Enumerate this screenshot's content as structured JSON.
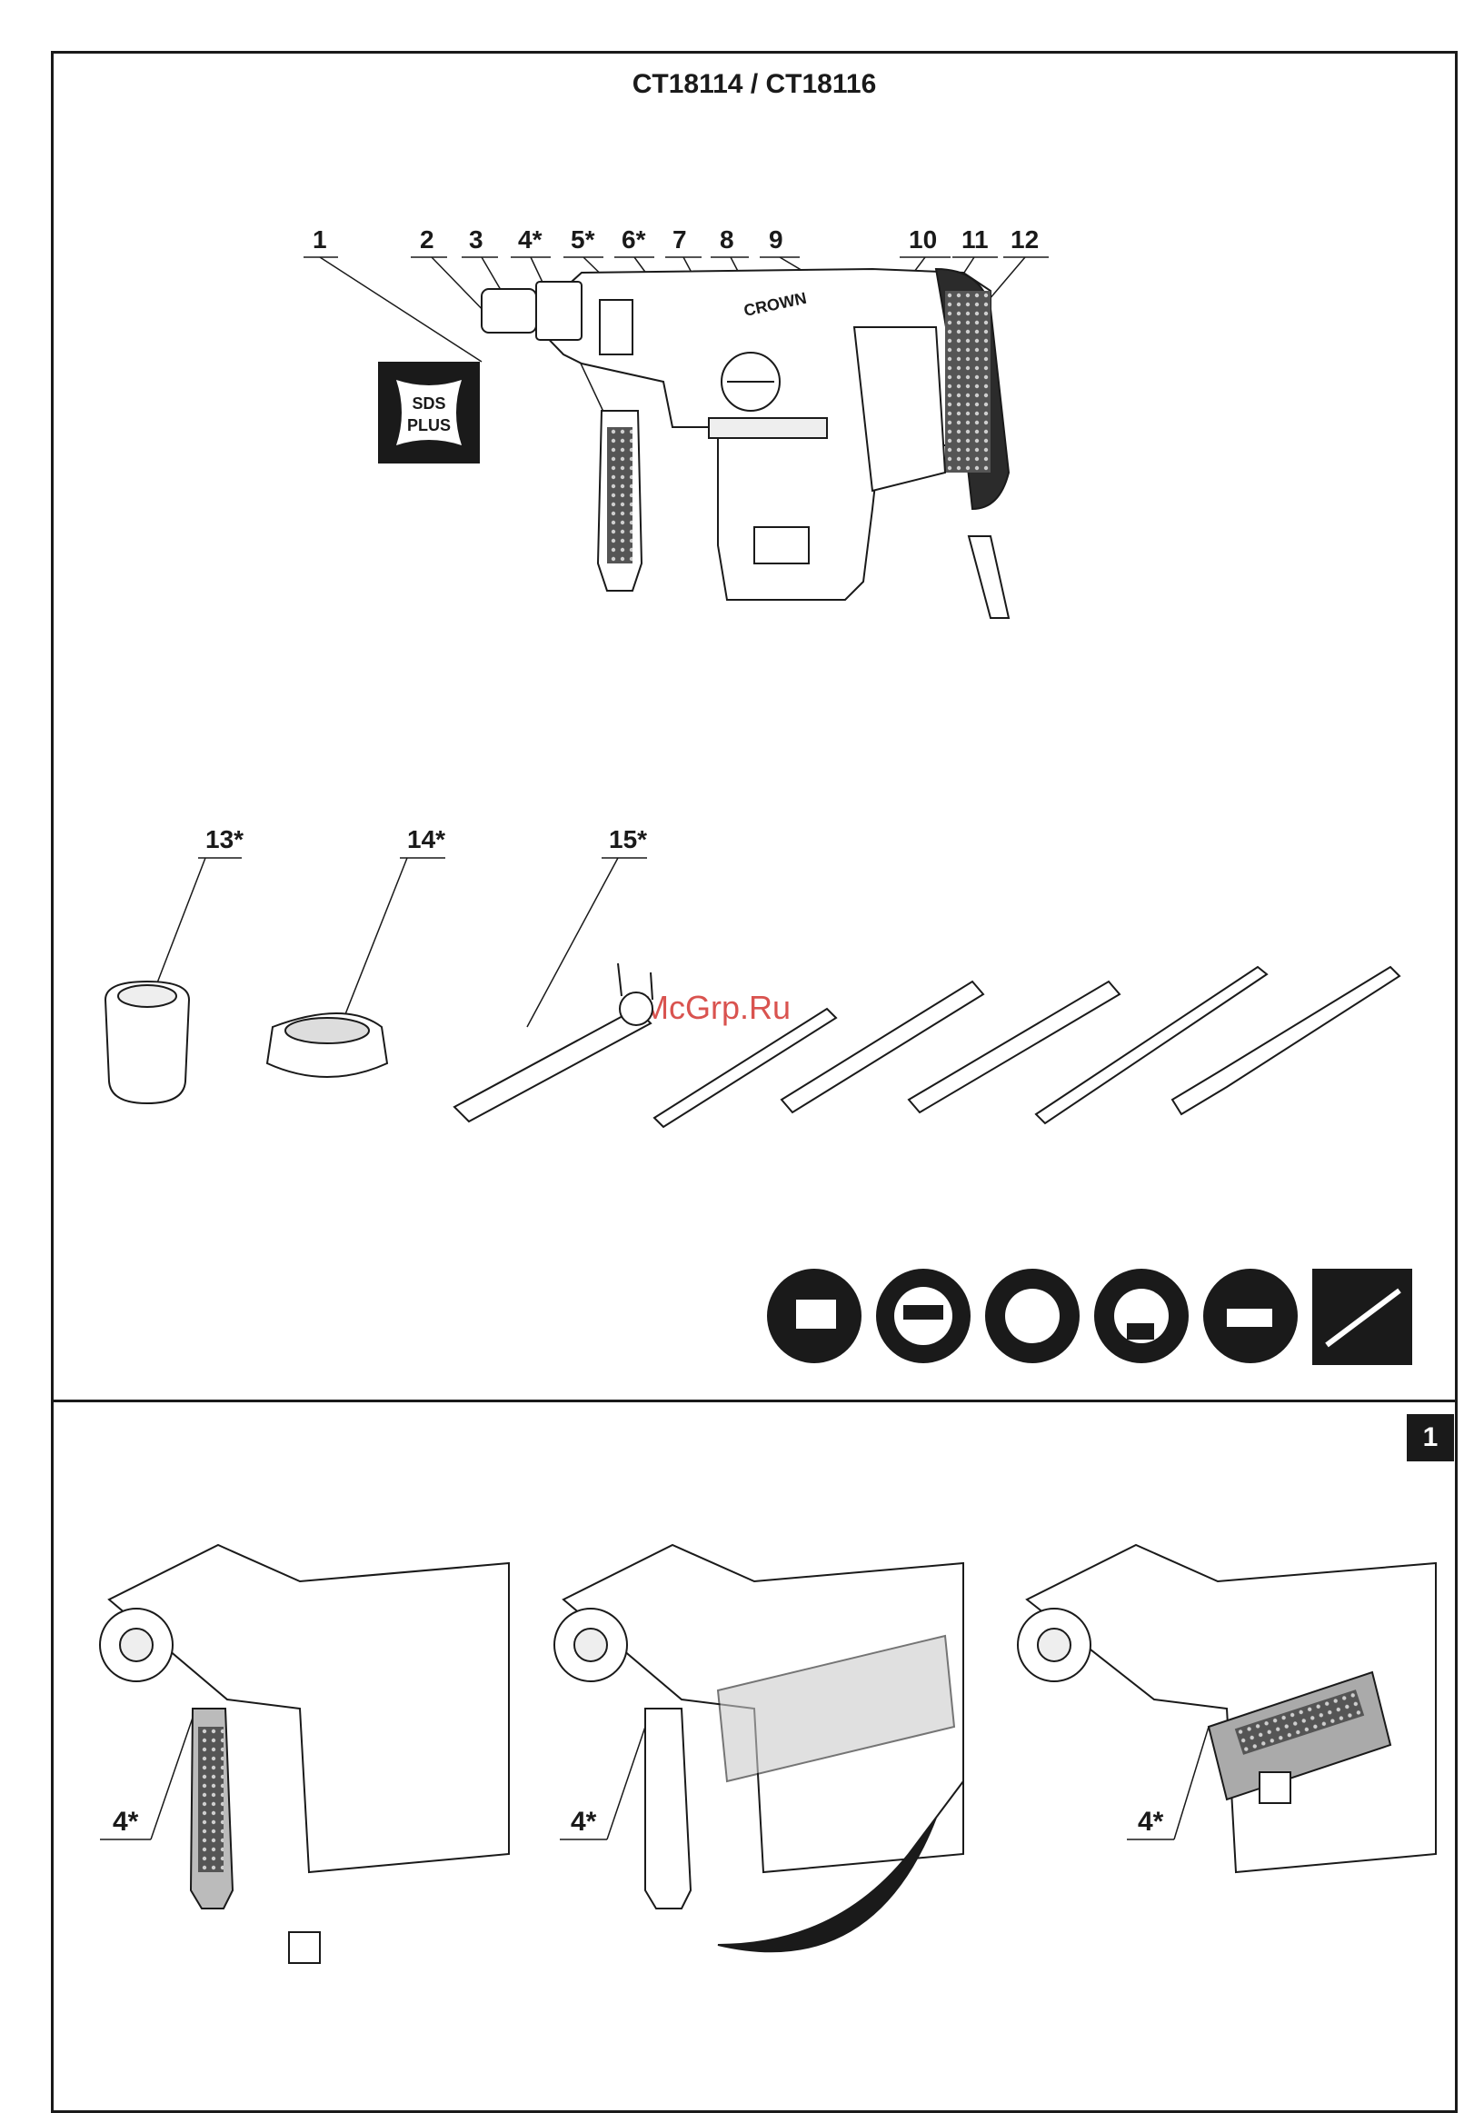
{
  "header": {
    "title": "CT18114 / CT18116"
  },
  "page_number": "1",
  "main_figure": {
    "callouts": [
      "1",
      "2",
      "3",
      "4*",
      "5*",
      "6*",
      "7",
      "8",
      "9",
      "10",
      "11",
      "12"
    ],
    "sds_badge": [
      "SDS",
      "PLUS"
    ],
    "brand_mark": "CROWN"
  },
  "accessories": {
    "callouts": [
      "13*",
      "14*",
      "15*"
    ]
  },
  "watermark": "McGrp.Ru",
  "safety_icons": [
    "read-manual-icon",
    "safety-goggles-icon",
    "ear-protection-icon",
    "dust-mask-icon",
    "unplug-before-service-icon",
    "hidden-wiring-warning-icon"
  ],
  "steps": {
    "labels": [
      "4*",
      "4*",
      "4*"
    ]
  }
}
